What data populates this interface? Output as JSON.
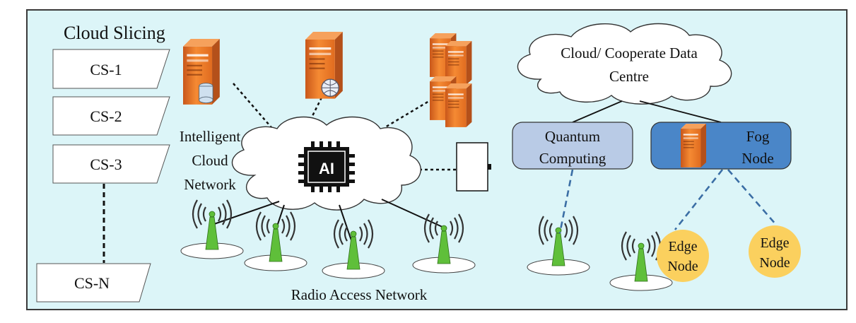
{
  "title": "Cloud Slicing",
  "slices": [
    "CS-1",
    "CS-2",
    "CS-3",
    "CS-N"
  ],
  "intelligent_cloud": [
    "Intelligent",
    "Cloud",
    "Network"
  ],
  "ai_chip_label": "AI",
  "radio_access_network": "Radio Access Network",
  "data_centre": [
    "Cloud/ Cooperate  Data",
    "Centre"
  ],
  "quantum": [
    "Quantum",
    "Computing"
  ],
  "fog": [
    "Fog",
    "Node"
  ],
  "edge_nodes": [
    [
      "Edge",
      "Node"
    ],
    [
      "Edge",
      "Node"
    ]
  ],
  "colors": {
    "background": "#dcf5f8",
    "server": "#f07a22",
    "tower": "#5fbf3a",
    "quantum_box": "#b9cbe6",
    "fog_box": "#4a86c8",
    "edge_node": "#fbd05e"
  }
}
